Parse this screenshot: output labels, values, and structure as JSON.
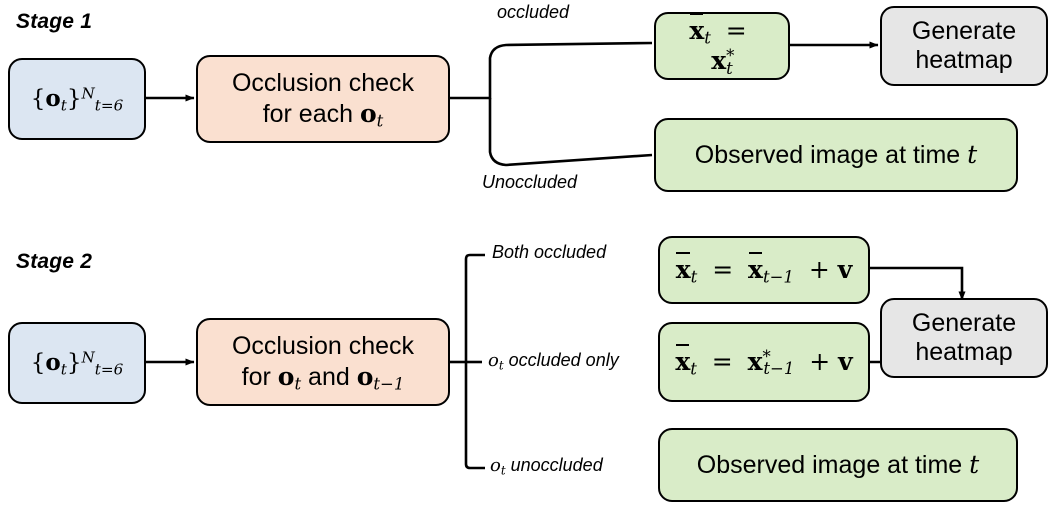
{
  "diagram": {
    "title_stage1": "Stage 1",
    "title_stage2": "Stage 2"
  },
  "stage1": {
    "input_box": "{o_t}^N_{t=6}",
    "process_box_line1": "Occlusion check",
    "process_box_line2": "for each o_t",
    "branch_labels": {
      "top": "occluded",
      "bottom": "Unoccluded"
    },
    "occluded_formula": "x̄_t = x*_t",
    "unoccluded_box": "Observed image at time t",
    "output_box_line1": "Generate",
    "output_box_line2": "heatmap"
  },
  "stage2": {
    "input_box": "{o_t}^N_{t=6}",
    "process_box_line1": "Occlusion check",
    "process_box_line2": "for o_t and o_{t-1}",
    "branch_labels": {
      "top": "Both occluded",
      "middle": "o_t occluded only",
      "bottom": "o_t unoccluded"
    },
    "both_occluded_formula": "x̄_t = x̄_{t-1} + v",
    "ot_occluded_formula": "x̄_t = x*_{t-1} + v",
    "unoccluded_box": "Observed image at time t",
    "output_box_line1": "Generate",
    "output_box_line2": "heatmap"
  },
  "colors": {
    "input": "#dce6f2",
    "process": "#fae0d0",
    "result": "#d9ecc8",
    "output": "#e6e6e6",
    "stroke": "#000000",
    "background": "#ffffff"
  }
}
